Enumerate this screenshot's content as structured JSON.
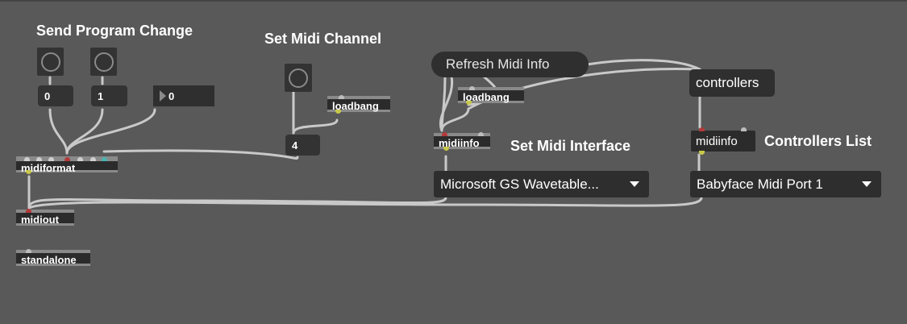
{
  "comments": {
    "send_program_change": "Send Program Change",
    "set_midi_channel": "Set Midi Channel",
    "set_midi_interface": "Set Midi Interface",
    "controllers_list": "Controllers List"
  },
  "number_boxes": {
    "prog_0": "0",
    "prog_1": "1",
    "prog_float": "0",
    "channel": "4"
  },
  "objects": {
    "midiformat": "midiformat",
    "midiout": "midiout",
    "standalone": "standalone",
    "loadbang_channel": "loadbang",
    "loadbang_info": "loadbang",
    "midiinfo_interface": "midiinfo",
    "midiinfo_controllers": "midiinfo"
  },
  "messages": {
    "refresh": "Refresh Midi Info",
    "controllers": "controllers"
  },
  "menus": {
    "interface_selected": "Microsoft GS Wavetable...",
    "controller_selected": "Babyface Midi Port 1"
  },
  "colors": {
    "background": "#595959",
    "object_fill": "#2b2b2b",
    "cable": "#c9c9c9",
    "inlet_red": "#b33a3a",
    "outlet_yellow": "#c8c84a",
    "inlet_teal": "#4ab3b3"
  }
}
